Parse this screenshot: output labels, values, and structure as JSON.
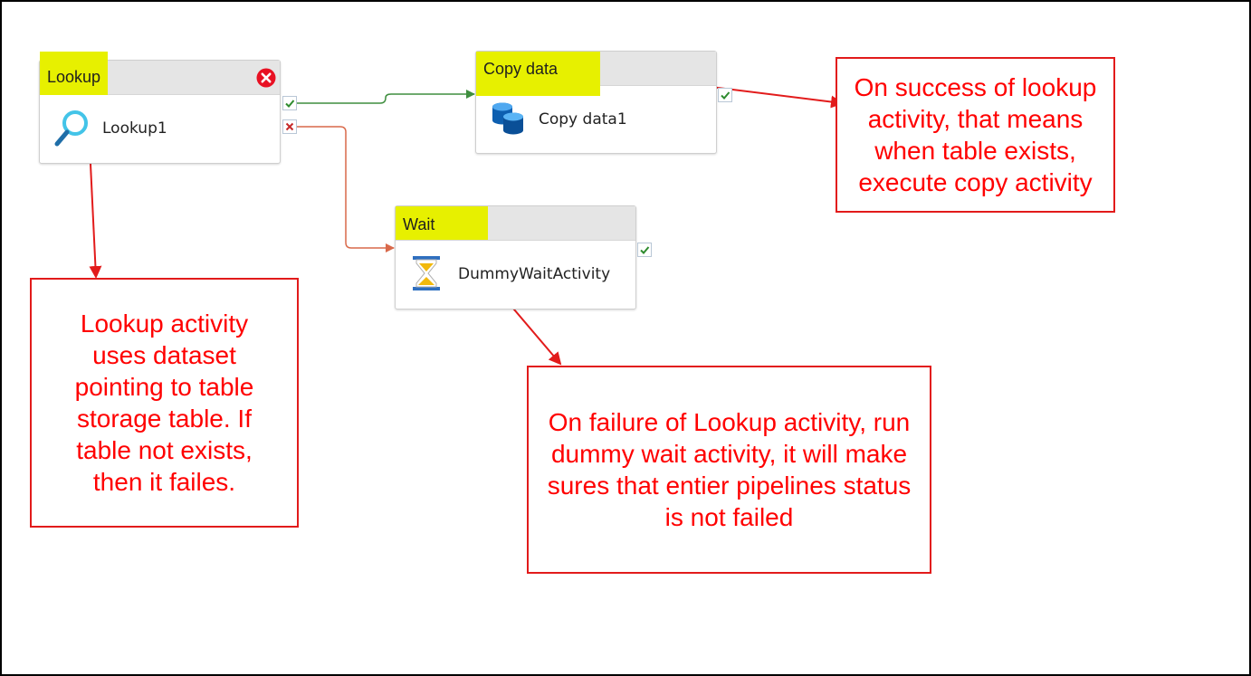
{
  "activities": {
    "lookup": {
      "type_label": "Lookup",
      "name": "Lookup1",
      "status": "error",
      "icon": "search-icon"
    },
    "copy": {
      "type_label": "Copy data",
      "name": "Copy data1",
      "icon": "database-icon"
    },
    "wait": {
      "type_label": "Wait",
      "name": "DummyWaitActivity",
      "icon": "hourglass-icon"
    }
  },
  "annotations": {
    "success": "On success of lookup activity, that means when table exists, execute copy activity",
    "lookup": "Lookup activity uses dataset pointing to table storage table. If table not exists, then it failes.",
    "failure": "On failure of Lookup activity, run dummy wait activity, it will make sures that entier pipelines status is not failed"
  },
  "colors": {
    "annotation_red": "#ff0000",
    "highlight_yellow": "#e7f000",
    "success_green": "#3f8e3f",
    "failure_red": "#d9694a",
    "error_red": "#e81123"
  }
}
